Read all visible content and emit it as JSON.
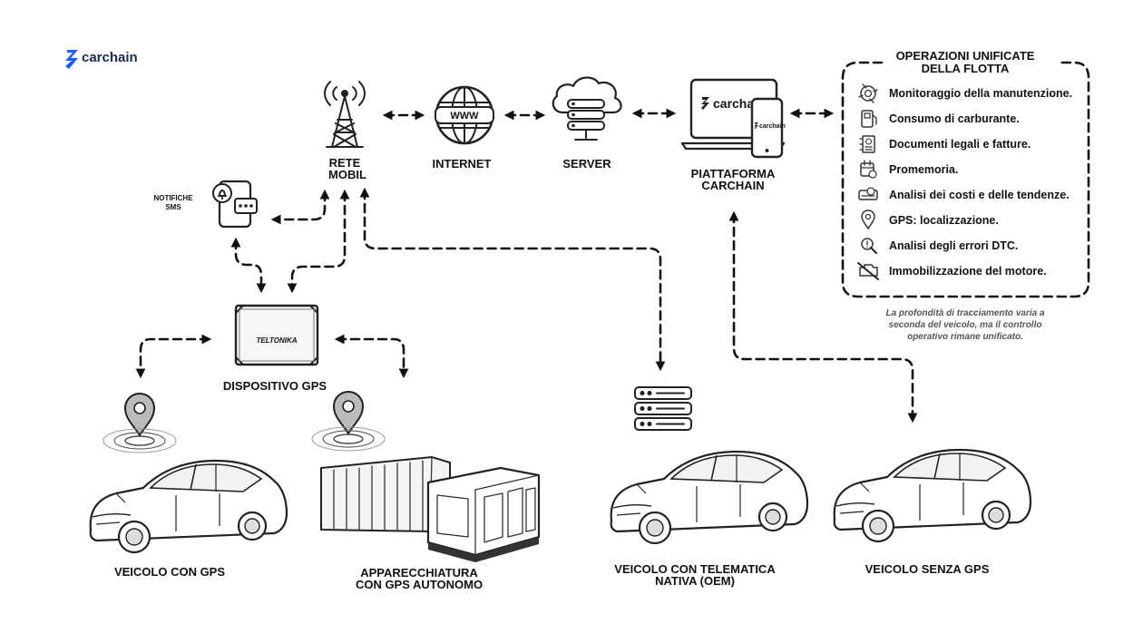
{
  "brand": {
    "name": "carchain"
  },
  "nodes": {
    "tower": {
      "line1": "RETE",
      "line2": "MOBIL"
    },
    "internet": {
      "label": "INTERNET",
      "globe_text": "WWW"
    },
    "server": {
      "label": "SERVER"
    },
    "platform": {
      "line1": "PIATTAFORMA",
      "line2": "CARCHAIN",
      "screen_brand": "carchain",
      "phone_brand": "carchain"
    },
    "sms": {
      "line1": "NOTIFICHE",
      "line2": "SMS"
    },
    "gps_device": {
      "label": "DISPOSITIVO GPS",
      "device_brand": "TELTONIKA"
    },
    "vehicle_gps": {
      "label": "VEICOLO CON GPS"
    },
    "equipment": {
      "line1": "APPARECCHIATURA",
      "line2": "CON GPS AUTONOMO"
    },
    "vehicle_oem": {
      "line1": "VEICOLO CON TELEMATICA",
      "line2": "NATIVA (OEM)"
    },
    "vehicle_no_gps": {
      "label": "VEICOLO SENZA GPS"
    }
  },
  "operations": {
    "title_line1": "OPERAZIONI UNIFICATE",
    "title_line2": "DELLA FLOTTA",
    "items": [
      {
        "icon": "maintenance-icon",
        "label": "Monitoraggio della manutenzione."
      },
      {
        "icon": "fuel-icon",
        "label": "Consumo di carburante."
      },
      {
        "icon": "document-icon",
        "label": "Documenti legali e fatture."
      },
      {
        "icon": "reminder-icon",
        "label": "Promemoria."
      },
      {
        "icon": "cost-analysis-icon",
        "label": "Analisi dei costi e delle tendenze."
      },
      {
        "icon": "location-pin-icon",
        "label": "GPS: localizzazione."
      },
      {
        "icon": "dtc-search-icon",
        "label": "Analisi degli errori DTC."
      },
      {
        "icon": "engine-immobilizer-icon",
        "label": "Immobilizzazione del motore."
      }
    ]
  },
  "note": {
    "line1": "La profondità di tracciamento varia a",
    "line2": "seconda del veicolo, ma il controllo",
    "line3": "operativo rimane unificato."
  }
}
